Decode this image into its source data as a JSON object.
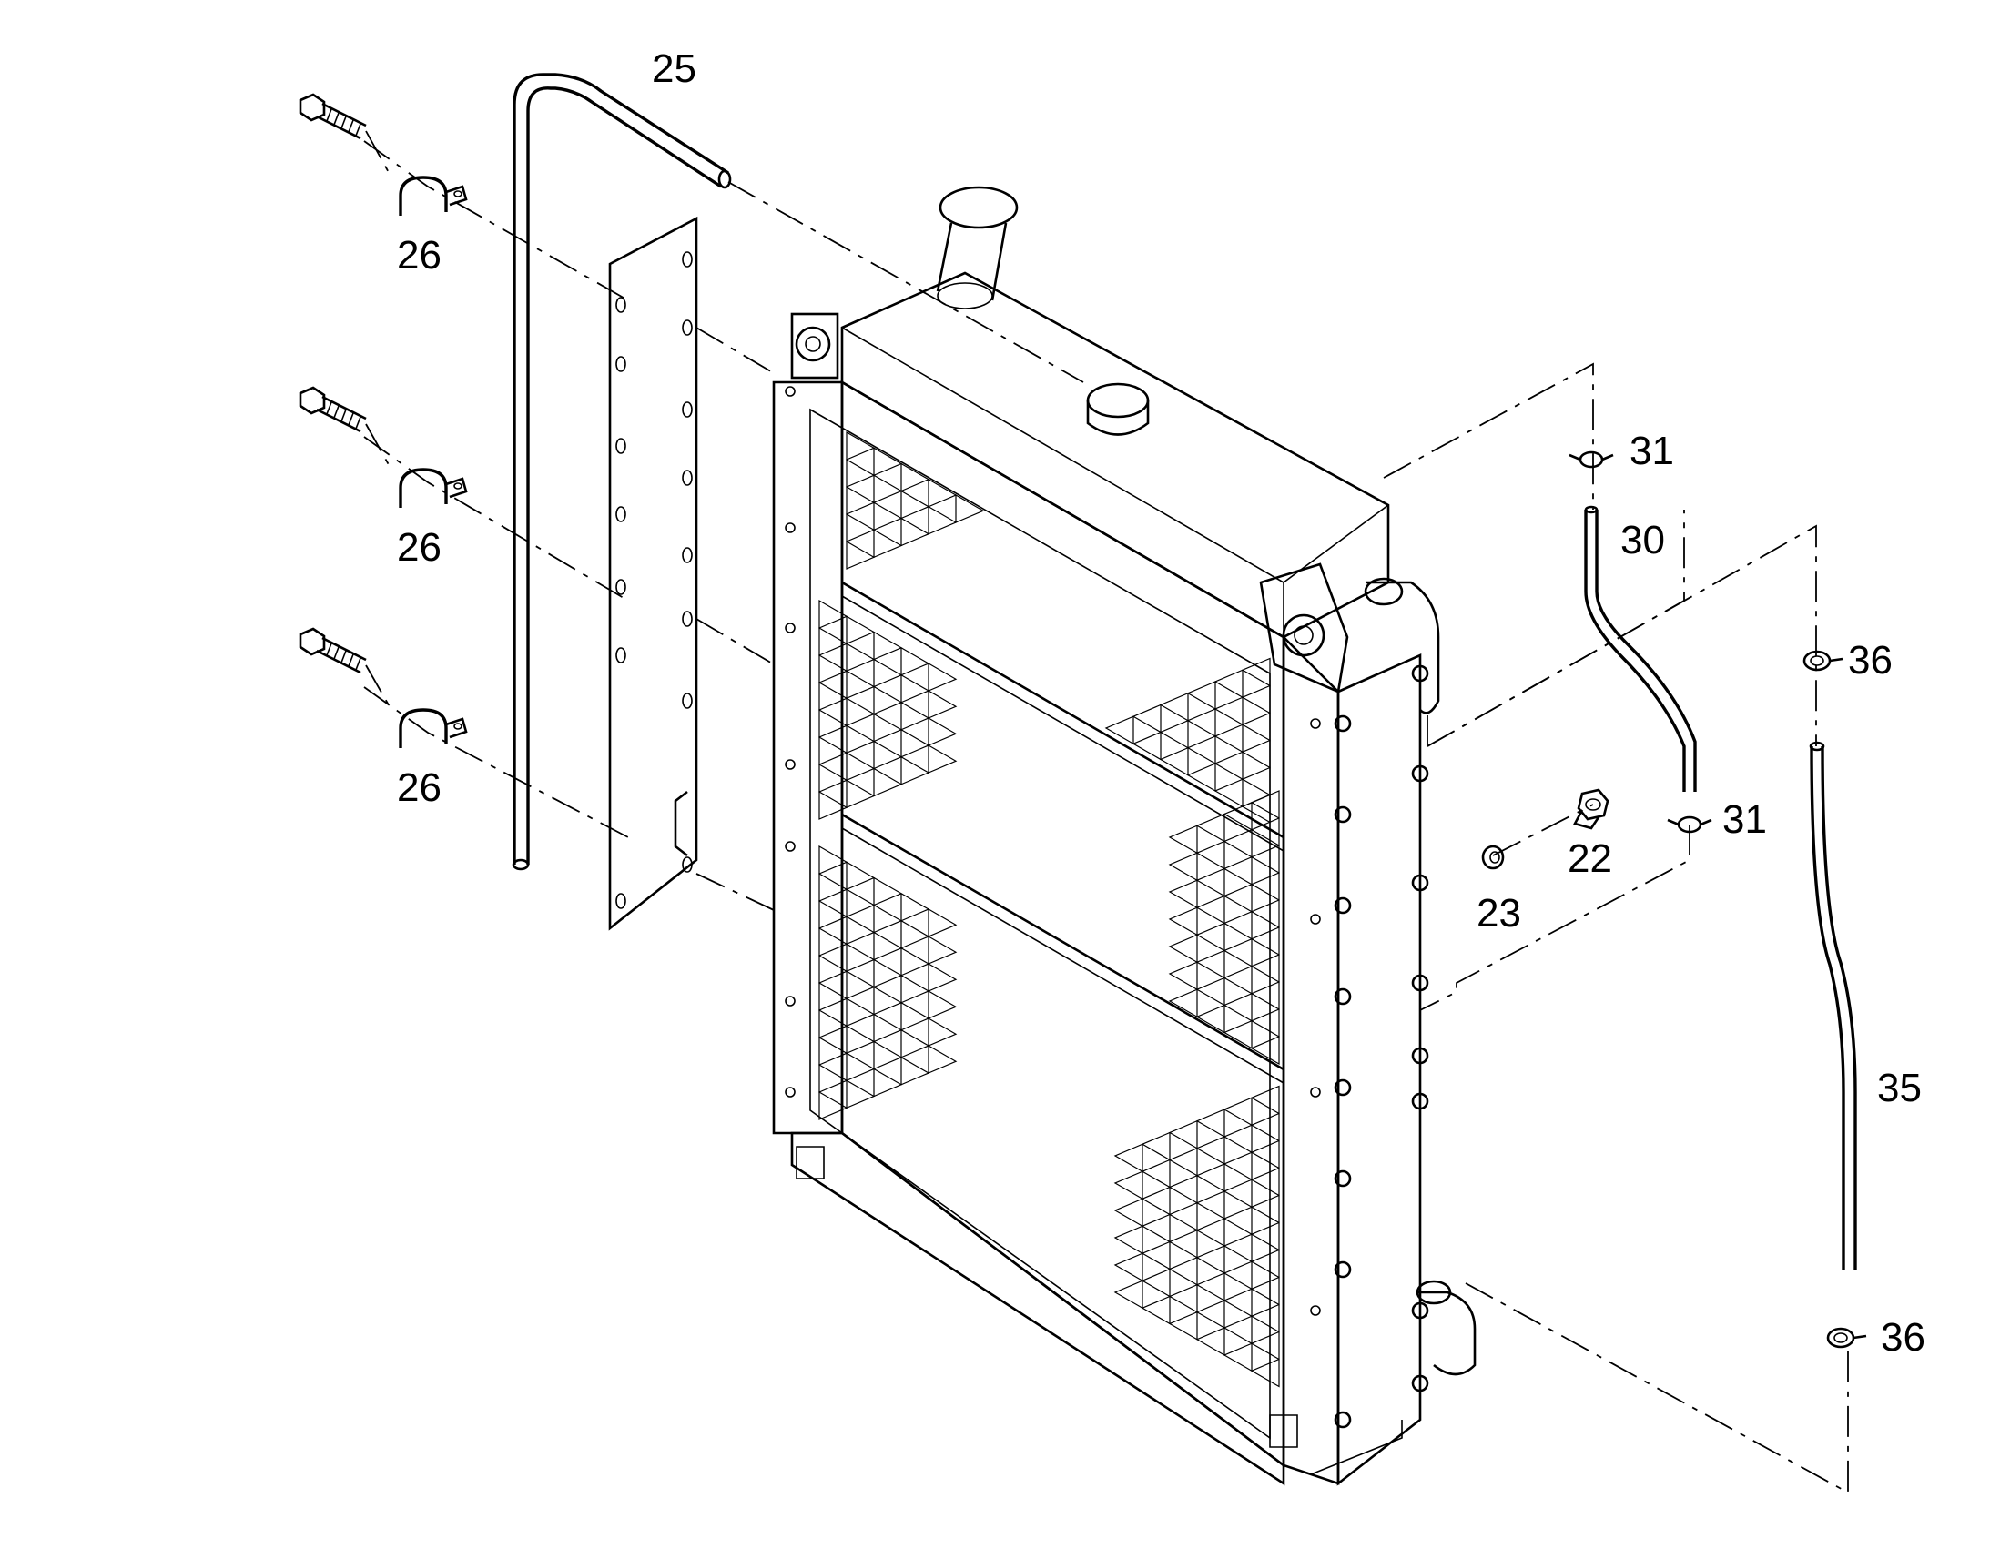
{
  "diagram": {
    "callouts": [
      {
        "id": "c25",
        "text": "25"
      },
      {
        "id": "c26a",
        "text": "26"
      },
      {
        "id": "c26b",
        "text": "26"
      },
      {
        "id": "c26c",
        "text": "26"
      },
      {
        "id": "c31a",
        "text": "31"
      },
      {
        "id": "c30",
        "text": "30"
      },
      {
        "id": "c36a",
        "text": "36"
      },
      {
        "id": "c31b",
        "text": "31"
      },
      {
        "id": "c22",
        "text": "22"
      },
      {
        "id": "c23",
        "text": "23"
      },
      {
        "id": "c35",
        "text": "35"
      },
      {
        "id": "c36b",
        "text": "36"
      }
    ]
  }
}
